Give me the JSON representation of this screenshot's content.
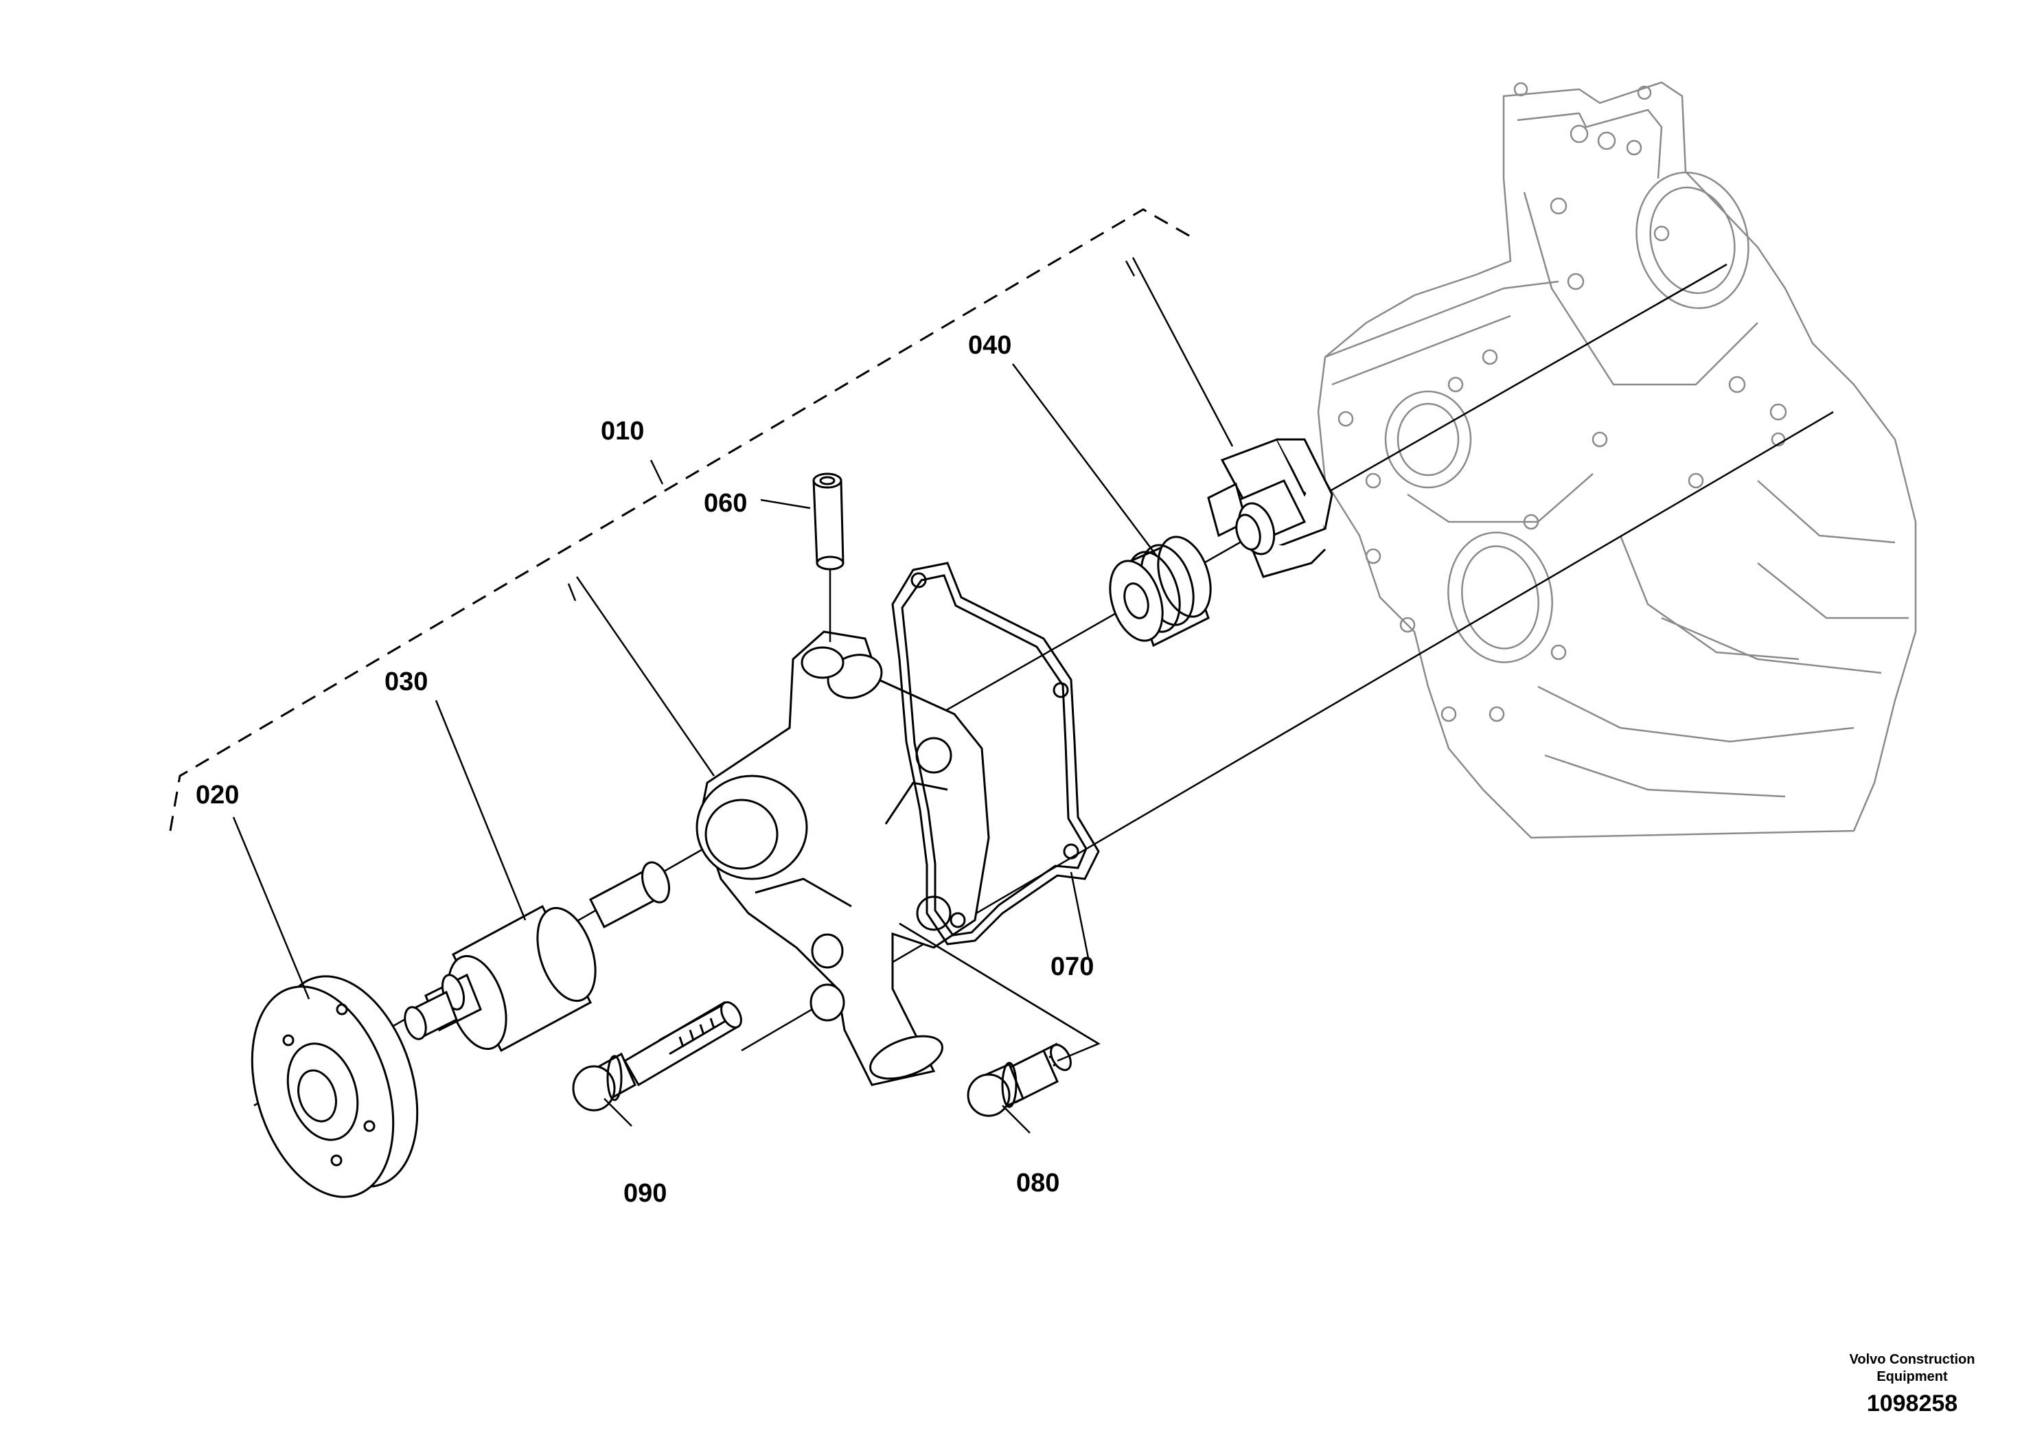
{
  "diagram": {
    "callouts": [
      {
        "id": "010",
        "text": "010"
      },
      {
        "id": "020",
        "text": "020"
      },
      {
        "id": "030",
        "text": "030"
      },
      {
        "id": "040",
        "text": "040"
      },
      {
        "id": "060",
        "text": "060"
      },
      {
        "id": "070",
        "text": "070"
      },
      {
        "id": "080",
        "text": "080"
      },
      {
        "id": "090",
        "text": "090"
      }
    ]
  },
  "footer": {
    "company_line1": "Volvo Construction",
    "company_line2": "Equipment",
    "reference": "1098258"
  }
}
